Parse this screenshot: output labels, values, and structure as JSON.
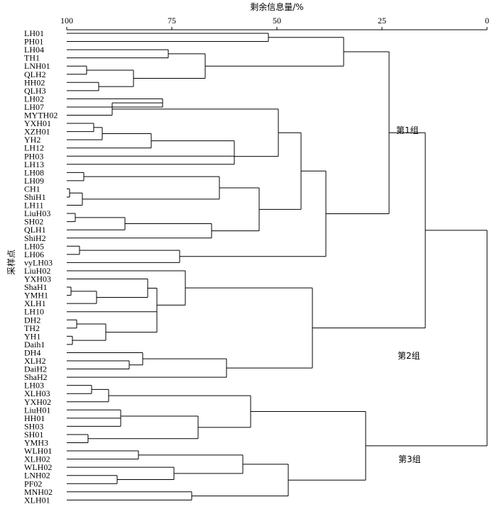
{
  "axis": {
    "title": "剩余信息量/%",
    "ylabel": "采样点",
    "ticks": [
      "100",
      "75",
      "50",
      "25",
      "0"
    ]
  },
  "groups": [
    "第1组",
    "第2组",
    "第3组"
  ],
  "leaves": [
    "LH01",
    "PH01",
    "LH04",
    "TH1",
    "LNH01",
    "QLH2",
    "HH02",
    "QLH3",
    "LH02",
    "LH07",
    "MYTH02",
    "YXH01",
    "XZH01",
    "YH2",
    "LH12",
    "PH03",
    "LH13",
    "LH08",
    "LH09",
    "CH1",
    "ShiH1",
    "LH11",
    "LiuH03",
    "SH02",
    "QLH1",
    "ShiH2",
    "LH05",
    "LH06",
    "vyLH03",
    "LiuH02",
    "YXH03",
    "ShaH1",
    "YMH1",
    "XLH1",
    "LH10",
    "DH2",
    "TH2",
    "YH1",
    "Daih1",
    "DH4",
    "XLH2",
    "DaiH2",
    "ShaH2",
    "LH03",
    "XLH03",
    "YXH02",
    "LiuH01",
    "HH01",
    "SH03",
    "SH01",
    "YMH3",
    "WLH01",
    "XLH02",
    "WLH02",
    "LNH02",
    "PF02",
    "MNH02",
    "XLH01"
  ]
}
